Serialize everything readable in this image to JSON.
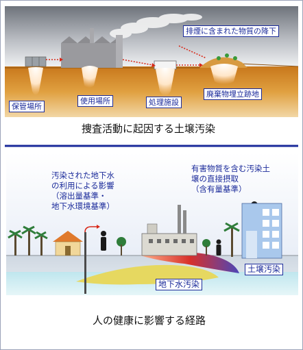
{
  "top": {
    "caption": "捜査活動に起因する土壌汚染",
    "emission_label": "排煙に含まれた物質の降下",
    "storage_label": "保管場所",
    "use_label": "使用場所",
    "treatment_label": "処理施設",
    "landfill_label": "廃棄物埋立跡地"
  },
  "bottom": {
    "caption": "人の健康に影響する経路",
    "groundwater_use_note": {
      "line1": "汚染された地下水",
      "line2": "の利用による影響",
      "line3": "（溶出量基準・",
      "line4": "地下水環境基準）"
    },
    "ingestion_note": {
      "line1": "有害物質を含む汚染土",
      "line2": "壌の直接摂取",
      "line3": "（含有量基準）"
    },
    "soil_label": "土壌汚染",
    "groundwater_label": "地下水汚染"
  },
  "colors": {
    "text_blue": "#1a2a9a",
    "ground_orange": "#d8902c",
    "sky_top": "#7a7f86",
    "contamination_red": "#d83020",
    "groundwater_yellow": "#e6d860"
  }
}
